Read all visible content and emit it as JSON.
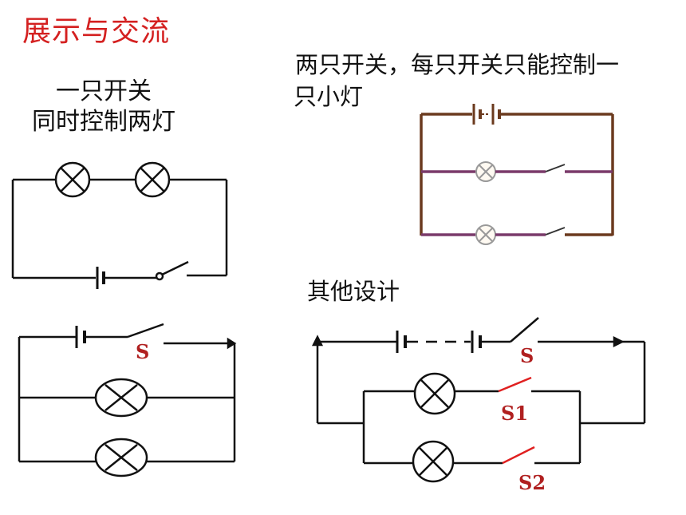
{
  "title": "展示与交流",
  "diagram1": {
    "caption_line1": "一只开关",
    "caption_line2": "同时控制两灯"
  },
  "diagram2": {
    "caption_line1": "两只开关，每只开关只能控制一",
    "caption_line2": "只小灯"
  },
  "diagram3": {
    "switch_label": "S"
  },
  "diagram4": {
    "caption": "其他设计",
    "switch_main": "S",
    "switch_1": "S1",
    "switch_2": "S2"
  },
  "colors": {
    "title": "#d42020",
    "wire": "#111111",
    "wire_brown": "#6b3a1e",
    "wire_purple": "#7a3a6a",
    "switch_red": "#e02020",
    "label_red": "#b02020"
  }
}
